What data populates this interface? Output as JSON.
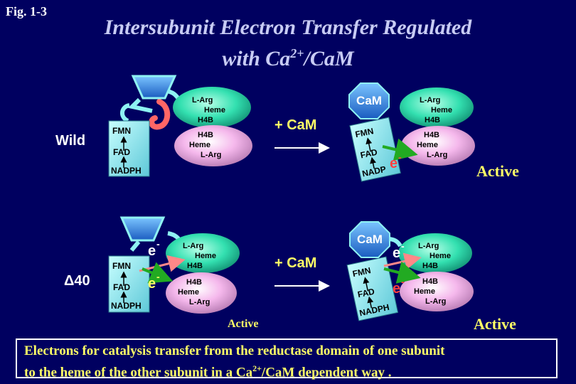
{
  "fig_label": "Fig. 1-3",
  "title": {
    "line1": "Intersubunit Electron Transfer Regulated",
    "line2_pre": "with Ca",
    "line2_sup": "2+",
    "line2_post": "/CaM"
  },
  "rows": {
    "wild": "Wild",
    "delta40": "Δ40"
  },
  "reductase": {
    "fmn": "FMN",
    "fad": "FAD",
    "nadph": "NADPH",
    "nadph_clipped": "NADP"
  },
  "heme_green": {
    "larg": "L-Arg",
    "heme": "Heme",
    "h4b": "H4B"
  },
  "heme_pink": {
    "h4b": "H4B",
    "heme": "Heme",
    "larg": "L-Arg"
  },
  "cam_label": "CaM",
  "add_cam": "+ CaM",
  "electron": "e",
  "electron_sup": "-",
  "active_large": "Active",
  "active_small": "Active",
  "caption": {
    "line1": "Electrons for catalysis transfer from the reductase domain of one subunit",
    "line2_pre": "to the heme of the other subunit in a Ca",
    "line2_sup": "2+",
    "line2_post": "/CaM dependent way ."
  },
  "colors": {
    "background": "#000060",
    "title": "#c8ccf4",
    "label_yellow": "#ffff66",
    "heme_green": "#33e0b0",
    "heme_pink": "#f5b8ec",
    "reductase": "#8ef2f2",
    "cam": "#3b8fe0",
    "red_arrow": "#ff8888",
    "green_arrow": "#22aa22",
    "hook": "#ff6666"
  }
}
